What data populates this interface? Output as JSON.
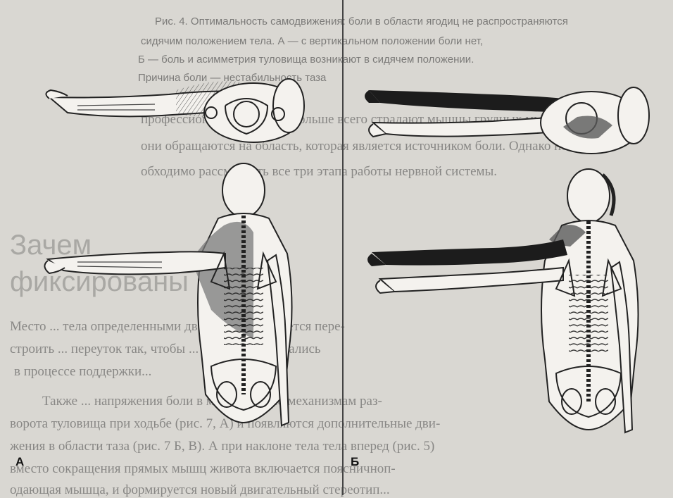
{
  "caption_lines": [
    "Рис. 4. Оптимальность самодвижения: боли в области ягодиц не распространяются",
    "сидячим положением тела. А — с вертикальном положении боли нет,",
    "Б — боль и асимметрия туловища возникают в сидячем положении.",
    "Причина боли — нестабильность таза"
  ],
  "body_top": [
    "профессионально, то есть больше всего страдают мышцы грудных мышц! Нет",
    "они обращаются на область, которая является источником боли. Однако не",
    "обходимо рассмотреть все три этапа работы нервной системы."
  ],
  "heading_lines": [
    "Зачем",
    "фиксированы"
  ],
  "body_bottom": [
    "Место ... тела определенными движениями пытается пере-",
    "строить ... переуток так, чтобы ... зоны не защищались",
    "в процессе поддержки..."
  ],
  "body_bottom2": [
    "Также ... напряжения боли в мышцах ... по механизмам раз-",
    "ворота туловища при ходьбе (рис. 7, А) и появляются дополнительные дви-",
    "жения в области таза (рис. 7 Б, В). А при наклоне тела тела вперед (рис. 5)",
    "вместо сокращения прямых мышц живота включается поясничноп-",
    "одающая мышца, и формируется новый двигательный стереотип..."
  ],
  "panels": [
    {
      "label": "А"
    },
    {
      "label": "Б"
    }
  ]
}
